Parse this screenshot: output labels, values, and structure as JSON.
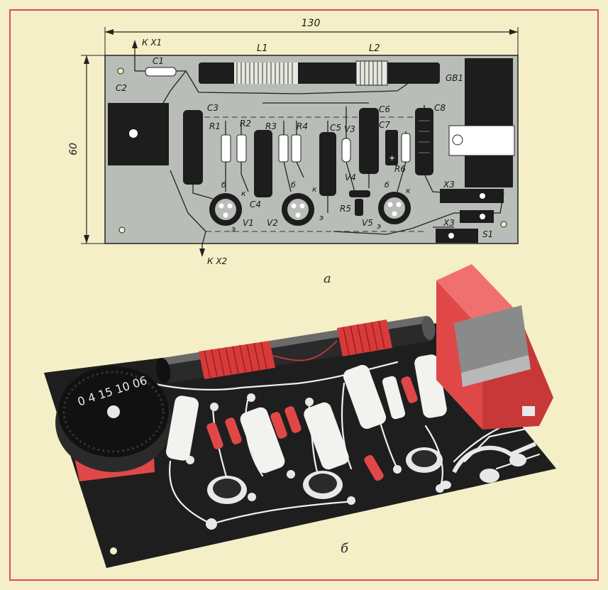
{
  "figure": {
    "dimension_width": "130",
    "dimension_height": "60",
    "caption_a": "а",
    "caption_b": "б",
    "connector_x1": "К X1",
    "connector_x2": "К X2",
    "dial_text": "0 4 15 10 06"
  },
  "components": {
    "L1": "L1",
    "L2": "L2",
    "C1": "C1",
    "C2": "C2",
    "C3": "C3",
    "C4": "C4",
    "C5": "C5",
    "C6": "C6",
    "C7": "C7",
    "C8": "C8",
    "GB1": "GB1",
    "R1": "R1",
    "R2": "R2",
    "R3": "R3",
    "R4": "R4",
    "R5": "R5",
    "R6": "R6",
    "V1": "V1",
    "V2": "V2",
    "V3": "V3",
    "V4": "V4",
    "V5": "V5",
    "X3a": "X3",
    "X3b": "X3",
    "S1": "S1"
  },
  "pins": {
    "b": "б",
    "k": "к",
    "e": "э"
  },
  "colors": {
    "paper": "#f4efc6",
    "border": "#e0485a",
    "board": "#b9bdb8",
    "board_dark": "#1e1e1e",
    "coil_red": "#d83a3a",
    "battery_red": "#e04848"
  }
}
